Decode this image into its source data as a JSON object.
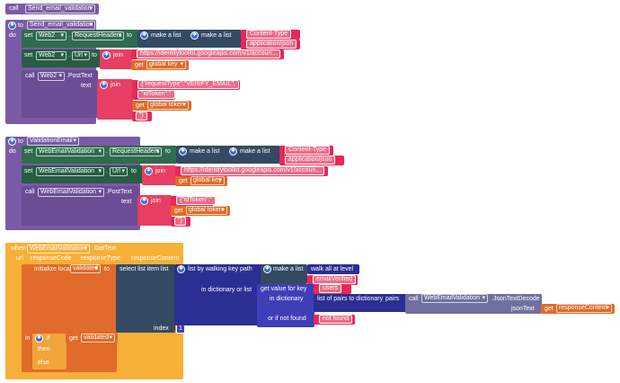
{
  "call_top": {
    "call": "call",
    "proc": "Send_email_validation"
  },
  "proc1": {
    "to": "to",
    "name": "Send_email_validation",
    "do": "do",
    "set1": {
      "set": "set",
      "comp": "Web2",
      "prop": "RequestHeaders",
      "to": "to",
      "make_list": "make a list",
      "make_list2": "make a list",
      "v1": "Content-Type",
      "v2": "application/json"
    },
    "set2": {
      "set": "set",
      "comp": "Web2",
      "prop": "Url",
      "to": "to",
      "join": "join",
      "url": "https://identitytoolkit.googleapis.com/v1/accoun...",
      "get": "get",
      "var": "global key"
    },
    "call": {
      "call": "call",
      "comp": "Web2",
      "method": ".PostText",
      "text": "text",
      "join": "join",
      "s1": "{\"requestType\":\"VERIFY_EMAIL\",",
      "s2": "\"idToken\":\"",
      "get": "get",
      "var": "global token",
      "s3": "\"}"
    }
  },
  "proc2": {
    "to": "to",
    "name": "ValidationEmail",
    "do": "do",
    "set1": {
      "set": "set",
      "comp": "WebEmailValidation",
      "prop": "RequestHeaders",
      "to": "to",
      "make_list": "make a list",
      "make_list2": "make a list",
      "v1": "Content-Type",
      "v2": "application/json"
    },
    "set2": {
      "set": "set",
      "comp": "WebEmailValidation",
      "prop": "Url",
      "to": "to",
      "join": "join",
      "url": "https://identitytoolkit.googleapis.com/v1/accoun...",
      "get": "get",
      "var": "global key"
    },
    "call": {
      "call": "call",
      "comp": "WebEmailValidation",
      "method": ".PostText",
      "text": "text",
      "join": "join",
      "s1": "{\"idToken\":\"",
      "get": "get",
      "var": "global token",
      "s2": "\"}"
    }
  },
  "event": {
    "when": "when",
    "comp": "WebEmailValidation",
    "evt": ".GotText",
    "url": "url",
    "p1": "responseCode",
    "p2": "responseType",
    "p3": "responseContent",
    "init": "initialize local",
    "var": "validated",
    "to": "to",
    "select": "select list item  list",
    "walk": "list by walking key path",
    "make_list": "make a list",
    "walk_all": "walk all at level",
    "k1": "emailVerified",
    "in_dict": "in dictionary or list",
    "get_value": "get value for key",
    "k2": "users",
    "in_dictionary": "in dictionary",
    "pairs_to_dict": "list of pairs to dictionary",
    "pairs": "pairs",
    "call": "call",
    "call_comp": "WebEmailValidation",
    "decode": ".JsonTextDecode",
    "json_text": "jsonText",
    "get": "get",
    "resp": "responseContent",
    "if_not_found": "or if not found",
    "not_found": "not found",
    "index": "index",
    "index_val": "1",
    "in": "in",
    "if": "if",
    "get2": "get",
    "var2": "validated",
    "then": "then",
    "else": "else"
  }
}
